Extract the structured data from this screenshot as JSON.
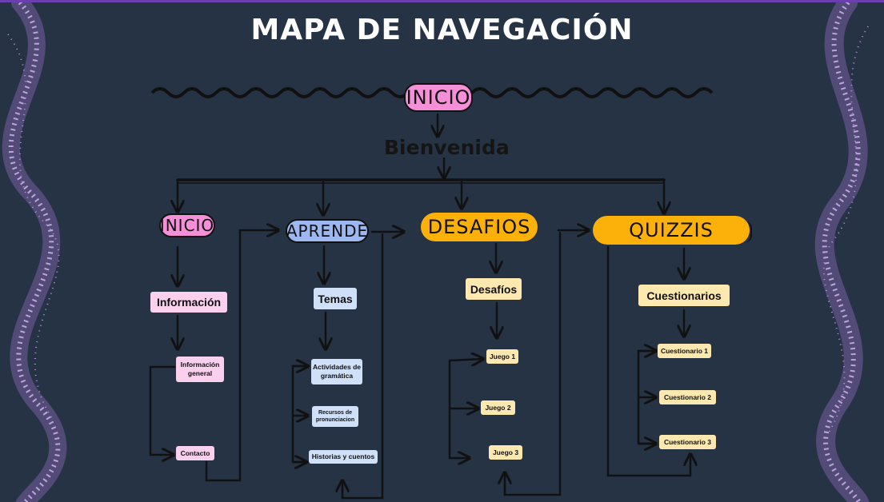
{
  "title": "MAPA DE NAVEGACIÓN",
  "root": {
    "label": "INICIO"
  },
  "welcome": {
    "label": "Bienvenida"
  },
  "sections": [
    {
      "label": "INICIO",
      "sub": "Información",
      "items": [
        "Información general",
        "Contacto"
      ]
    },
    {
      "label": "APRENDE",
      "sub": "Temas",
      "items": [
        "Actividades de gramática",
        "Recursos de pronunciacion",
        "Historias y cuentos"
      ]
    },
    {
      "label": "DESAFIOS",
      "sub": "Desafíos",
      "items": [
        "Juego 1",
        "Juego 2",
        "Juego 3"
      ]
    },
    {
      "label": "QUIZZIS",
      "sub": "Cuestionarios",
      "items": [
        "Cuestionario 1",
        "Cuestionario 2",
        "Cuestionario 3"
      ]
    }
  ],
  "colors": {
    "background": "#263345",
    "inicio": "#f58fd8",
    "informacion": "#fbd0ef",
    "aprende": "#9db8f0",
    "temas": "#cfe0f8",
    "desafios": "#fbb10a",
    "desafios_items": "#fde8b0",
    "sparkle": "#c98cf2"
  }
}
